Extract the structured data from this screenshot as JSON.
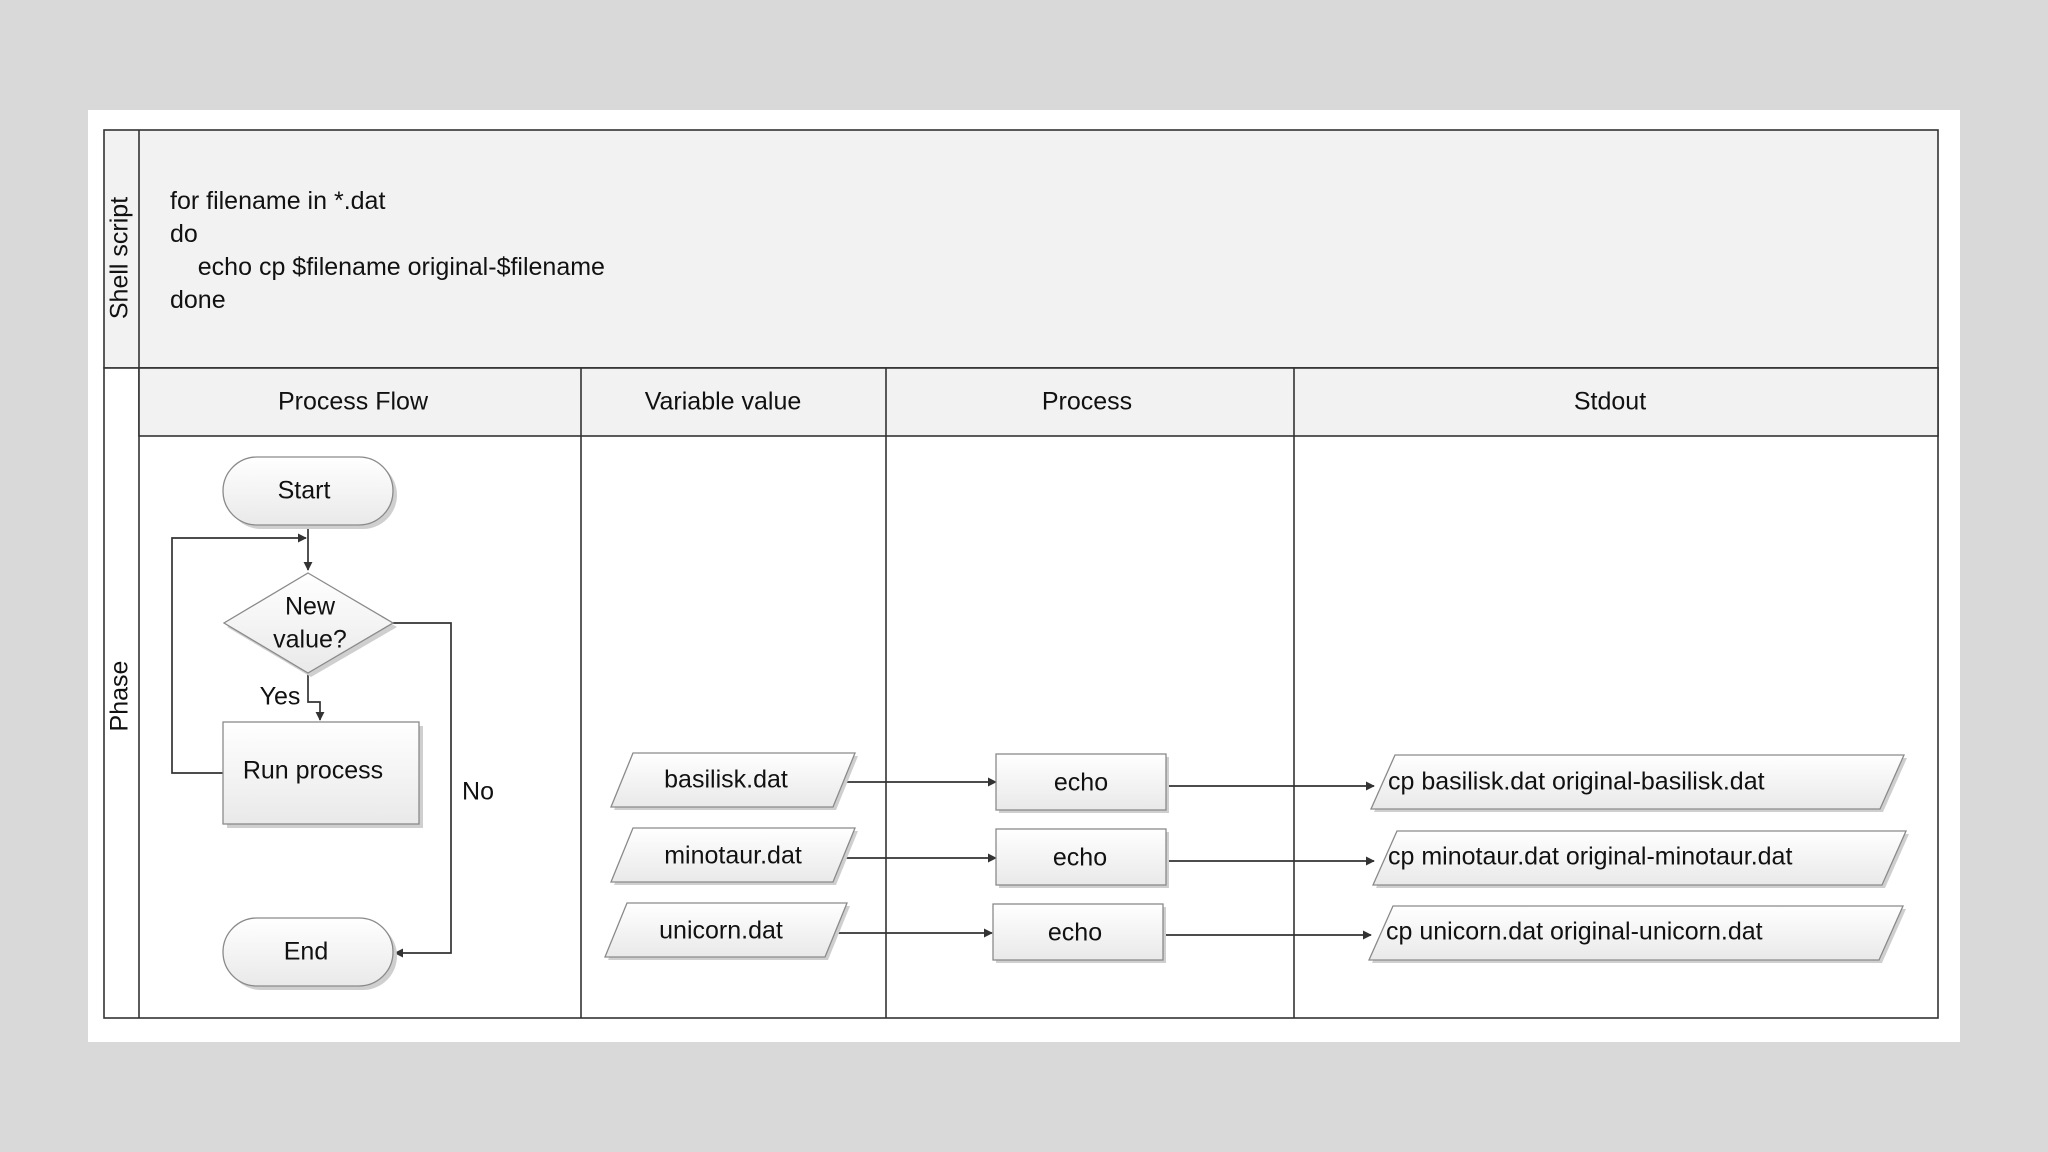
{
  "swimlane": {
    "top_label": "Shell script",
    "bottom_label": "Phase"
  },
  "script": {
    "lines": [
      "for filename in *.dat",
      "do",
      "    echo cp $filename original-$filename",
      "done"
    ]
  },
  "columns": [
    "Process Flow",
    "Variable value",
    "Process",
    "Stdout"
  ],
  "flow": {
    "start": "Start",
    "decision_line1": "New",
    "decision_line2": "value?",
    "yes": "Yes",
    "no": "No",
    "run": "Run process",
    "end": "End"
  },
  "rows": [
    {
      "variable": "basilisk.dat",
      "process": "echo",
      "stdout": "cp basilisk.dat original-basilisk.dat"
    },
    {
      "variable": "minotaur.dat",
      "process": "echo",
      "stdout": "cp minotaur.dat original-minotaur.dat"
    },
    {
      "variable": "unicorn.dat",
      "process": "echo",
      "stdout": "cp unicorn.dat original-unicorn.dat"
    }
  ],
  "colors": {
    "background": "#d9d9d9",
    "header_fill": "#f2f2f2",
    "shape_fill_top": "#ffffff",
    "shape_fill_bottom": "#e9e9e9",
    "line": "#333333"
  }
}
